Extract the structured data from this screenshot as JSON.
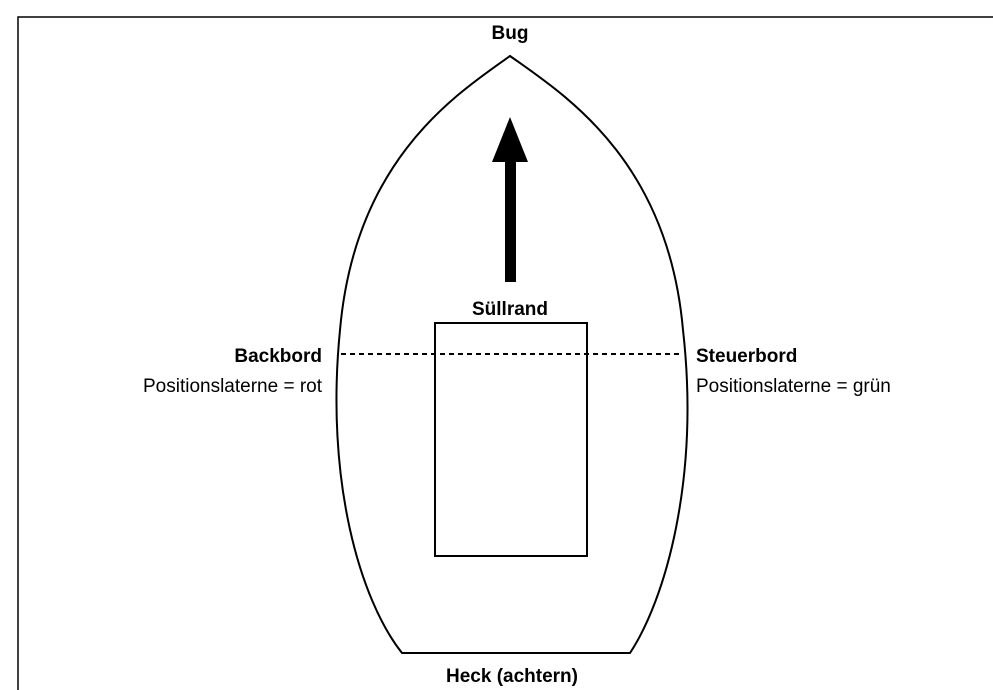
{
  "labels": {
    "bow": "Bug",
    "coaming": "Süllrand",
    "port": "Backbord",
    "port_light": "Positionslaterne = rot",
    "starboard": "Steuerbord",
    "starboard_light": "Positionslaterne = grün",
    "stern": "Heck (achtern)"
  }
}
